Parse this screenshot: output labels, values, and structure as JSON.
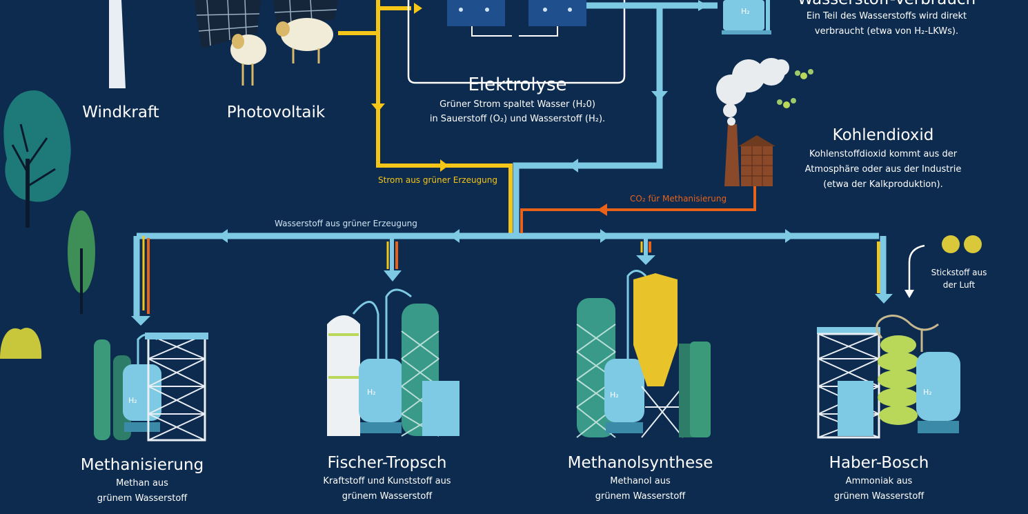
{
  "sources": {
    "wind": {
      "label": "Windkraft"
    },
    "pv": {
      "label": "Photovoltaik"
    }
  },
  "electrolysis": {
    "title": "Elektrolyse",
    "desc1": "Grüner Strom spaltet Wasser (H₂0)",
    "desc2": "in Sauerstoff (O₂) und Wasserstoff (H₂)."
  },
  "consumption": {
    "title": "Wasserstoff-Verbrauch",
    "desc1": "Ein Teil des Wasserstoffs wird direkt",
    "desc2": "verbraucht (etwa von H₂-LKWs)."
  },
  "co2": {
    "title": "Kohlendioxid",
    "desc1": "Kohlenstoffdioxid kommt aus der",
    "desc2": "Atmosphäre oder aus der Industrie",
    "desc3": "(etwa der Kalkproduktion)."
  },
  "flows": {
    "power": "Strom aus grüner Erzeugung",
    "hydrogen": "Wasserstoff aus grüner Erzeugung",
    "co2": "CO₂ für Methanisierung"
  },
  "nitrogen": {
    "line1": "Stickstoff aus",
    "line2": "der Luft"
  },
  "tank_symbol": "H₂",
  "processes": [
    {
      "title": "Methanisierung",
      "line1": "Methan aus",
      "line2": "grünem Wasserstoff"
    },
    {
      "title": "Fischer-Tropsch",
      "line1": "Kraftstoff und Kunststoff aus",
      "line2": "grünem Wasserstoff"
    },
    {
      "title": "Methanolsynthese",
      "line1": "Methanol aus",
      "line2": "grünem Wasserstoff"
    },
    {
      "title": "Haber-Bosch",
      "line1": "Ammoniak aus",
      "line2": "grünem Wasserstoff"
    }
  ],
  "colors": {
    "background": "#0d2b4e",
    "hydrogen_pipe": "#7ecae4",
    "power_line": "#f5c518",
    "co2_line": "#e8621a",
    "text": "#ffffff"
  },
  "icons": [
    "wind-turbine-icon",
    "solar-panel-icon",
    "sheep-icon",
    "electrolyzer-icon",
    "hydrogen-tank-icon",
    "factory-icon",
    "smoke-icon",
    "molecule-icon",
    "tree-icon",
    "bush-icon",
    "plant-icon"
  ]
}
